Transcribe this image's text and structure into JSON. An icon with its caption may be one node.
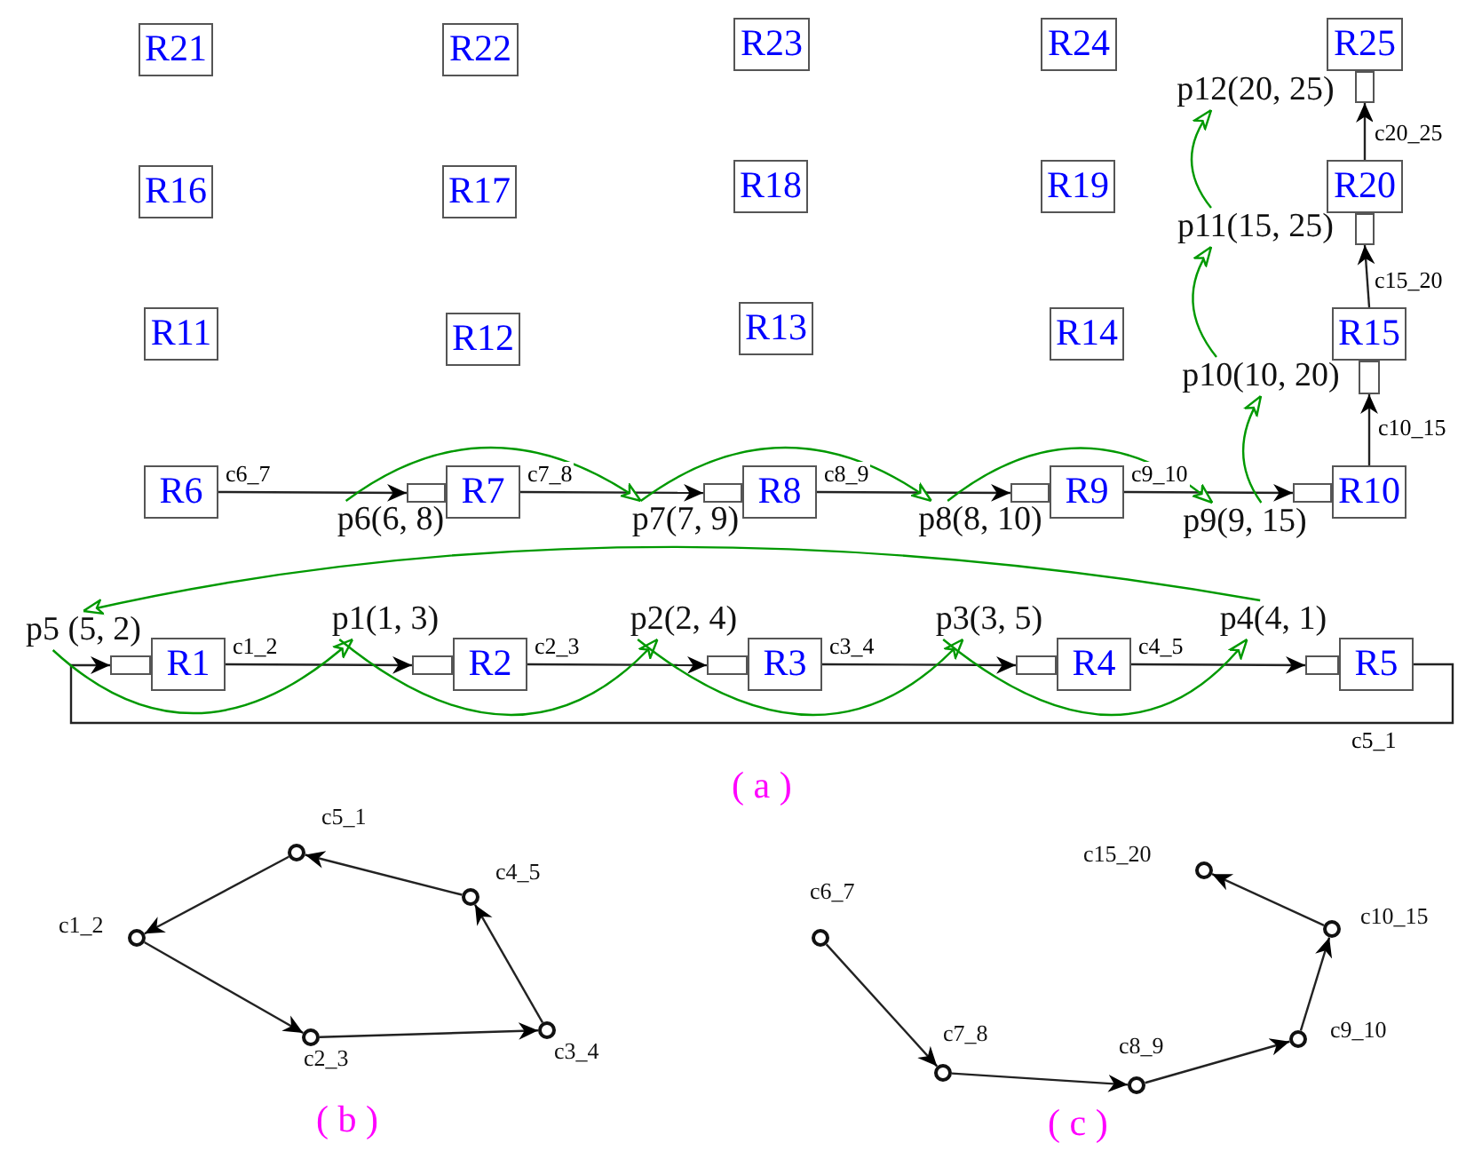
{
  "diagram": {
    "nodes": [
      {
        "text": [
          "R21"
        ]
      },
      {
        "text": [
          "R22"
        ]
      },
      {
        "text": [
          "R23"
        ]
      },
      {
        "text": [
          "R24"
        ]
      },
      {
        "text": [
          "R25"
        ]
      },
      {
        "text": [
          "R16"
        ]
      },
      {
        "text": [
          "R17"
        ]
      },
      {
        "text": [
          "R18"
        ]
      },
      {
        "text": [
          "R19"
        ]
      },
      {
        "text": [
          "R20"
        ]
      },
      {
        "text": [
          "R11"
        ]
      },
      {
        "text": [
          "R12"
        ]
      },
      {
        "text": [
          "R13"
        ]
      },
      {
        "text": [
          "R14"
        ]
      },
      {
        "text": [
          "R15"
        ]
      },
      {
        "text": [
          "R6"
        ]
      },
      {
        "text": [
          "R7"
        ]
      },
      {
        "text": [
          "R8"
        ]
      },
      {
        "text": [
          "R9"
        ]
      },
      {
        "text": [
          "R10"
        ]
      },
      {
        "text": [
          "R1"
        ]
      },
      {
        "text": [
          "R2"
        ]
      },
      {
        "text": [
          "R3"
        ]
      },
      {
        "text": [
          "R4"
        ]
      },
      {
        "text": [
          "R5"
        ]
      },
      {
        "text": [],
        "shape": "box"
      },
      {
        "text": [],
        "shape": "box"
      },
      {
        "text": [],
        "shape": "box"
      },
      {
        "text": [],
        "shape": "box"
      },
      {
        "text": [],
        "shape": "box"
      },
      {
        "text": [],
        "shape": "box"
      },
      {
        "text": [],
        "shape": "box"
      },
      {
        "text": [],
        "shape": "box"
      },
      {
        "text": [],
        "shape": "box"
      },
      {
        "text": [],
        "shape": "box"
      },
      {
        "text": [],
        "shape": "box"
      },
      {
        "text": [],
        "shape": "box"
      },
      {
        "text": [
          "p12(20, 25)"
        ]
      },
      {
        "text": [
          "p11(15, 25)"
        ]
      },
      {
        "text": [
          "p10(10, 20)"
        ]
      },
      {
        "text": [
          "p6(6, 8)"
        ]
      },
      {
        "text": [
          "p7(7, 9)"
        ]
      },
      {
        "text": [
          "p8(8, 10)"
        ]
      },
      {
        "text": [
          "p9(9, 15)"
        ]
      },
      {
        "text": [
          "p5 (5, 2)"
        ]
      },
      {
        "text": [
          "p1(1, 3)"
        ]
      },
      {
        "text": [
          "p2(2, 4)"
        ]
      },
      {
        "text": [
          "p3(3, 5)"
        ]
      },
      {
        "text": [
          "p4(4, 1)"
        ]
      },
      {
        "text": [],
        "shape": "circle",
        "beside": [
          "c5_1"
        ]
      },
      {
        "text": [],
        "shape": "circle",
        "beside": [
          "c4_5"
        ]
      },
      {
        "text": [],
        "shape": "circle",
        "beside": [
          "c1_2"
        ]
      },
      {
        "text": [],
        "shape": "circle",
        "beside": [
          "c2_3"
        ]
      },
      {
        "text": [],
        "shape": "circle",
        "beside": [
          "c3_4"
        ]
      },
      {
        "text": [],
        "shape": "circle",
        "beside": [
          "c15_20"
        ]
      },
      {
        "text": [],
        "shape": "circle",
        "beside": [
          "c6_7"
        ]
      },
      {
        "text": [],
        "shape": "circle",
        "beside": [
          "c10_15"
        ]
      },
      {
        "text": [],
        "shape": "circle",
        "beside": [
          "c9_10"
        ]
      },
      {
        "text": [],
        "shape": "circle",
        "beside": [
          "c7_8"
        ]
      },
      {
        "text": [],
        "shape": "circle",
        "beside": [
          "c8_9"
        ]
      }
    ],
    "edges": [
      {
        "from": 20,
        "to": 33,
        "arrow": "to",
        "label": "c1_2"
      },
      {
        "from": 21,
        "to": 34,
        "arrow": "to",
        "label": "c2_3"
      },
      {
        "from": 22,
        "to": 35,
        "arrow": "to",
        "label": "c3_4"
      },
      {
        "from": 23,
        "to": 36,
        "arrow": "to",
        "label": "c4_5"
      },
      {
        "from": 24,
        "to": 32,
        "arrow": "to",
        "label": "c5_1"
      },
      {
        "from": 15,
        "to": 28,
        "arrow": "to",
        "label": "c6_7"
      },
      {
        "from": 16,
        "to": 29,
        "arrow": "to",
        "label": "c7_8"
      },
      {
        "from": 17,
        "to": 30,
        "arrow": "to",
        "label": "c8_9"
      },
      {
        "from": 18,
        "to": 31,
        "arrow": "to",
        "label": "c9_10"
      },
      {
        "from": 19,
        "to": 27,
        "arrow": "to",
        "label": "c10_15"
      },
      {
        "from": 14,
        "to": 26,
        "arrow": "to",
        "label": "c15_20"
      },
      {
        "from": 9,
        "to": 25,
        "arrow": "to",
        "label": "c20_25"
      },
      {
        "from": 44,
        "to": 45,
        "arrow": "to",
        "color": "#009900"
      },
      {
        "from": 45,
        "to": 46,
        "arrow": "to",
        "color": "#009900"
      },
      {
        "from": 46,
        "to": 47,
        "arrow": "to",
        "color": "#009900"
      },
      {
        "from": 47,
        "to": 48,
        "arrow": "to",
        "color": "#009900"
      },
      {
        "from": 48,
        "to": 44,
        "arrow": "to",
        "color": "#009900"
      },
      {
        "from": 40,
        "to": 41,
        "arrow": "to",
        "color": "#009900"
      },
      {
        "from": 41,
        "to": 42,
        "arrow": "to",
        "color": "#009900"
      },
      {
        "from": 42,
        "to": 43,
        "arrow": "to",
        "color": "#009900"
      },
      {
        "from": 43,
        "to": 39,
        "arrow": "to",
        "color": "#009900"
      },
      {
        "from": 39,
        "to": 38,
        "arrow": "to",
        "color": "#009900"
      },
      {
        "from": 38,
        "to": 37,
        "arrow": "to",
        "color": "#009900"
      },
      {
        "from": 51,
        "to": 52,
        "arrow": "to"
      },
      {
        "from": 52,
        "to": 53,
        "arrow": "to"
      },
      {
        "from": 53,
        "to": 50,
        "arrow": "to"
      },
      {
        "from": 50,
        "to": 49,
        "arrow": "to"
      },
      {
        "from": 49,
        "to": 51,
        "arrow": "to"
      },
      {
        "from": 55,
        "to": 58,
        "arrow": "to"
      },
      {
        "from": 58,
        "to": 59,
        "arrow": "to"
      },
      {
        "from": 59,
        "to": 57,
        "arrow": "to"
      },
      {
        "from": 57,
        "to": 56,
        "arrow": "to"
      },
      {
        "from": 56,
        "to": 54,
        "arrow": "to"
      }
    ],
    "labels": [
      "( a )",
      "( b )",
      "( c )"
    ]
  }
}
